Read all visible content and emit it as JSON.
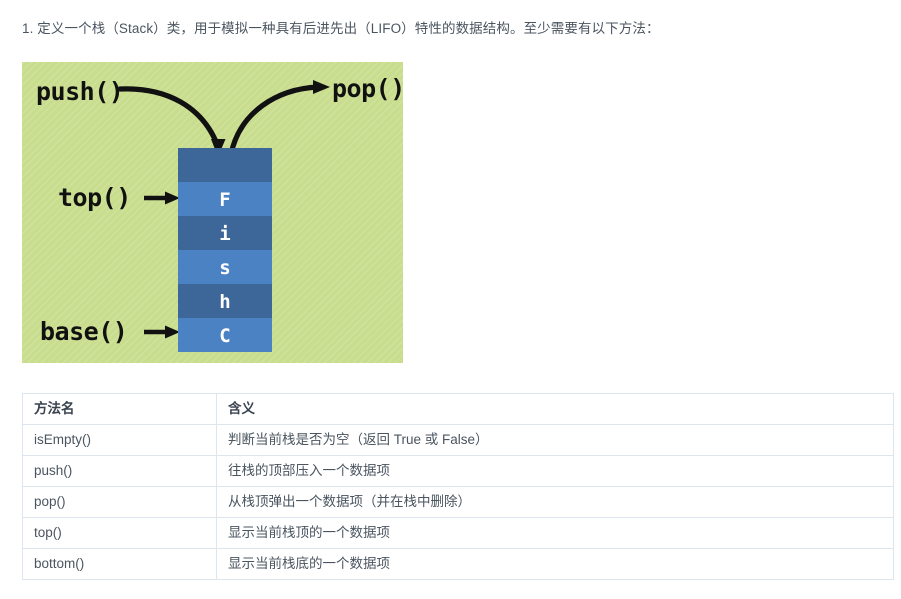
{
  "question": {
    "text": "1. 定义一个栈（Stack）类，用于模拟一种具有后进先出（LIFO）特性的数据结构。至少需要有以下方法："
  },
  "diagram": {
    "name": "stack-illustration",
    "background_color": "#c9dd8e",
    "labels": {
      "push": "push()",
      "pop": "pop()",
      "top": "top()",
      "base": "base()"
    },
    "stack": {
      "cell_dark_color": "#3d6699",
      "cell_light_color": "#4a82c4",
      "cells": [
        {
          "label": "",
          "shade": "dark"
        },
        {
          "label": "F",
          "shade": "light"
        },
        {
          "label": "i",
          "shade": "dark"
        },
        {
          "label": "s",
          "shade": "light"
        },
        {
          "label": "h",
          "shade": "dark"
        },
        {
          "label": "C",
          "shade": "light"
        }
      ]
    }
  },
  "table": {
    "headers": [
      "方法名",
      "含义"
    ],
    "rows": [
      {
        "method": "isEmpty()",
        "meaning": "判断当前栈是否为空（返回 True 或 False）"
      },
      {
        "method": "push()",
        "meaning": "往栈的顶部压入一个数据项"
      },
      {
        "method": "pop()",
        "meaning": "从栈顶弹出一个数据项（并在栈中删除）"
      },
      {
        "method": "top()",
        "meaning": "显示当前栈顶的一个数据项"
      },
      {
        "method": "bottom()",
        "meaning": "显示当前栈底的一个数据项"
      }
    ]
  }
}
